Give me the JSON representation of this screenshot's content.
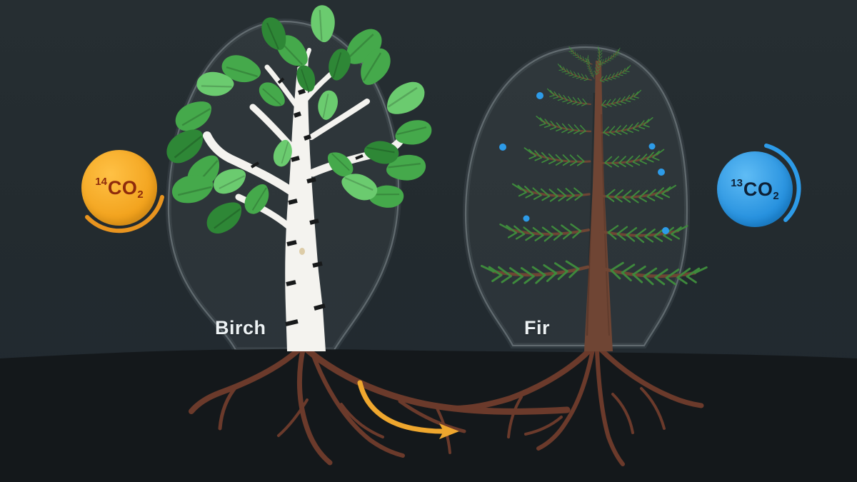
{
  "labels": {
    "left_tree": "Birch",
    "right_tree": "Fir"
  },
  "badges": {
    "left": {
      "isotope": "14",
      "molecule": "CO",
      "subscript": "2"
    },
    "right": {
      "isotope": "13",
      "molecule": "CO",
      "subscript": "2"
    }
  },
  "colors": {
    "sky": "#232B2F",
    "ground": "#14181B",
    "chamber_fill": "rgba(236,246,250,0.05)",
    "chamber_stroke": "rgba(230,242,248,0.25)",
    "birch_trunk": "#F4F3EF",
    "birch_bark_mark": "#17191A",
    "leaf_green": "#45A94B",
    "leaf_green_dark": "#2E8736",
    "leaf_green_light": "#6BCB6F",
    "fir_trunk": "#6F4534",
    "fir_needle": "#3E8A3C",
    "root_brown": "#6B3A2B",
    "transfer_arrow": "#EFA72E",
    "co2_dot_blue": "#2D9BE8",
    "badge_orange": "#F2A420",
    "badge_orange_text": "#8E2B0C",
    "badge_blue": "#2D9BE8",
    "badge_blue_text": "#0D2036",
    "label_text": "#EDF2F4"
  }
}
